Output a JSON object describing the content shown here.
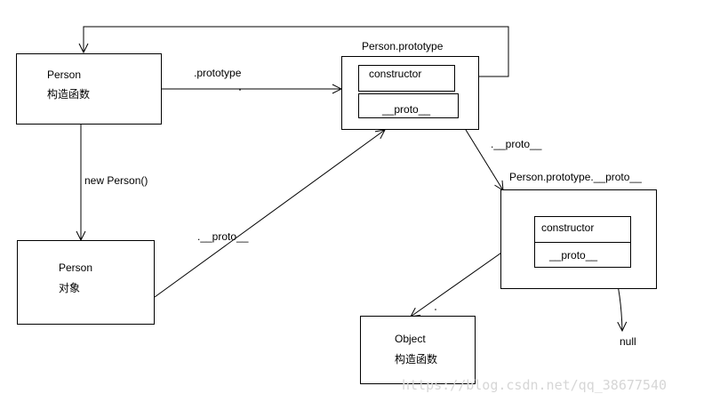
{
  "person_constructor": {
    "name": "Person",
    "desc": "构造函数"
  },
  "person_prototype": {
    "title": "Person.prototype",
    "constructor": "constructor",
    "proto": "__proto__"
  },
  "person_object": {
    "name": "Person",
    "desc": "对象"
  },
  "proto_proto": {
    "title": "Person.prototype.__proto__",
    "constructor": "constructor",
    "proto": "__proto__"
  },
  "object_constructor": {
    "name": "Object",
    "desc": "构造函数"
  },
  "edges": {
    "prototype": ".prototype",
    "new_person": "new Person()",
    "obj_proto": ".__proto__",
    "proto_to_proto": ".__proto__",
    "null": "null"
  },
  "watermark": "https://blog.csdn.net/qq_38677540"
}
